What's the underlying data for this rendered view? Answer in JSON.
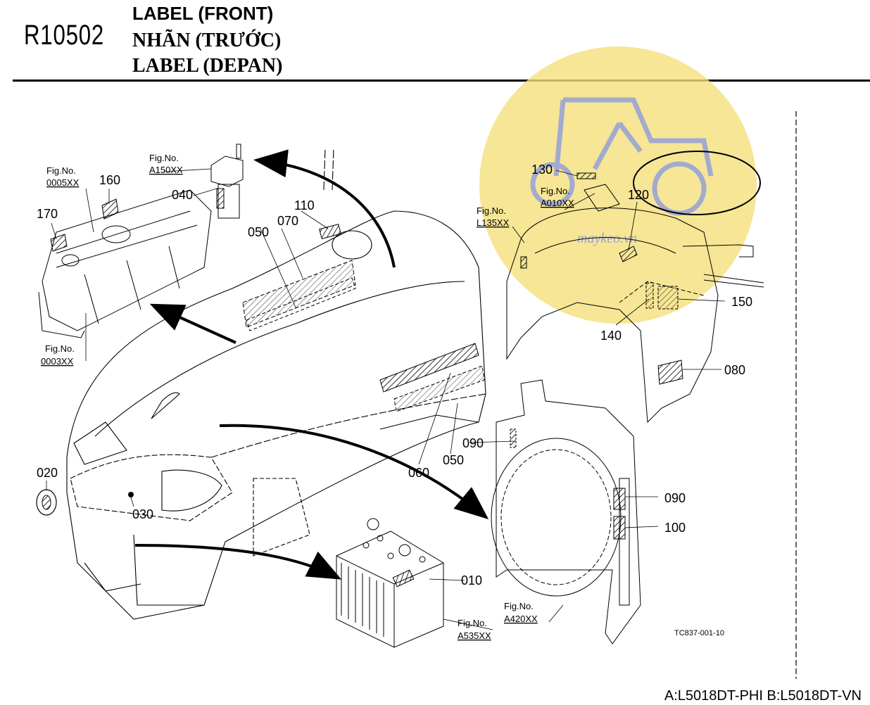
{
  "header": {
    "code": "R10502",
    "title_en": "LABEL (FRONT)",
    "title_vi": "NHÃN (TRƯỚC)",
    "title_alt": "LABEL (DEPAN)"
  },
  "figure_refs": {
    "f0005": {
      "label": "Fig.No.",
      "code": "0005XX"
    },
    "f0003": {
      "label": "Fig.No.",
      "code": "0003XX"
    },
    "fA150": {
      "label": "Fig.No.",
      "code": "A150XX"
    },
    "fA010": {
      "label": "Fig.No.",
      "code": "A010XX"
    },
    "fL135": {
      "label": "Fig.No.",
      "code": "L135XX"
    },
    "fA420": {
      "label": "Fig.No.",
      "code": "A420XX"
    },
    "fA535": {
      "label": "Fig.No.",
      "code": "A535XX"
    }
  },
  "parts": {
    "p010": "010",
    "p020": "020",
    "p030": "030",
    "p040": "040",
    "p050a": "050",
    "p050b": "050",
    "p060": "060",
    "p070": "070",
    "p080": "080",
    "p090a": "090",
    "p090b": "090",
    "p100": "100",
    "p110": "110",
    "p120": "120",
    "p130": "130",
    "p140": "140",
    "p150": "150",
    "p160": "160",
    "p170": "170"
  },
  "watermark": {
    "text": "maykeo.vn",
    "color": "#f4e07a",
    "icon": "tractor-icon"
  },
  "drawing_ref": "TC837-001-10",
  "footer": "A:L5018DT-PHI B:L5018DT-VN"
}
